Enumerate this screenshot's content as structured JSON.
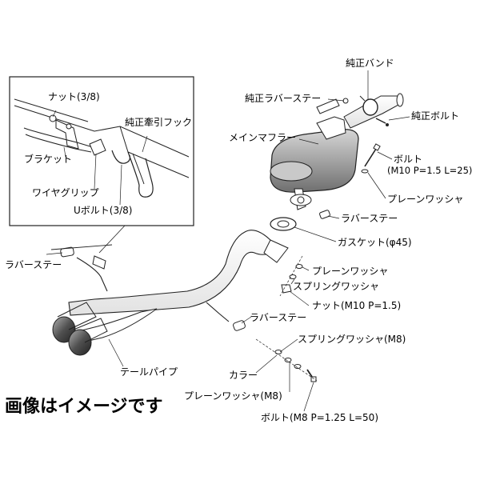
{
  "labels": {
    "genuine_band": "純正バンド",
    "genuine_rubber_stay": "純正ラバーステー",
    "genuine_bolt": "純正ボルト",
    "main_muffler": "メインマフラー",
    "bolt_main": "ボルト",
    "bolt_main_spec": "(M10 P=1.5 L=25)",
    "plain_washer_upper": "プレーンワッシャ",
    "rubber_stay_right": "ラバーステー",
    "gasket": "ガスケット(φ45)",
    "plain_washer_mid": "プレーンワッシャ",
    "spring_washer_mid": "スプリングワッシャ",
    "nut_m10": "ナット(M10 P=1.5)",
    "rubber_stay_left": "ラバーステー",
    "rubber_stay_lower": "ラバーステー",
    "spring_washer_m8": "スプリングワッシャ(M8)",
    "collar": "カラー",
    "tail_pipe": "テールパイプ",
    "plain_washer_m8": "プレーンワッシャ(M8)",
    "bolt_m8": "ボルト(M8 P=1.25 L=50)"
  },
  "inset": {
    "nut": "ナット(3/8)",
    "genuine_tow_hook": "純正牽引フック",
    "bracket": "ブラケット",
    "wire_grip": "ワイヤグリップ",
    "u_bolt": "Uボルト(3/8)"
  },
  "notice": "画像はイメージです",
  "colors": {
    "line": "#1a1a1a",
    "muffler_fill": "#9a9a9a",
    "tip_fill": "#555555"
  }
}
